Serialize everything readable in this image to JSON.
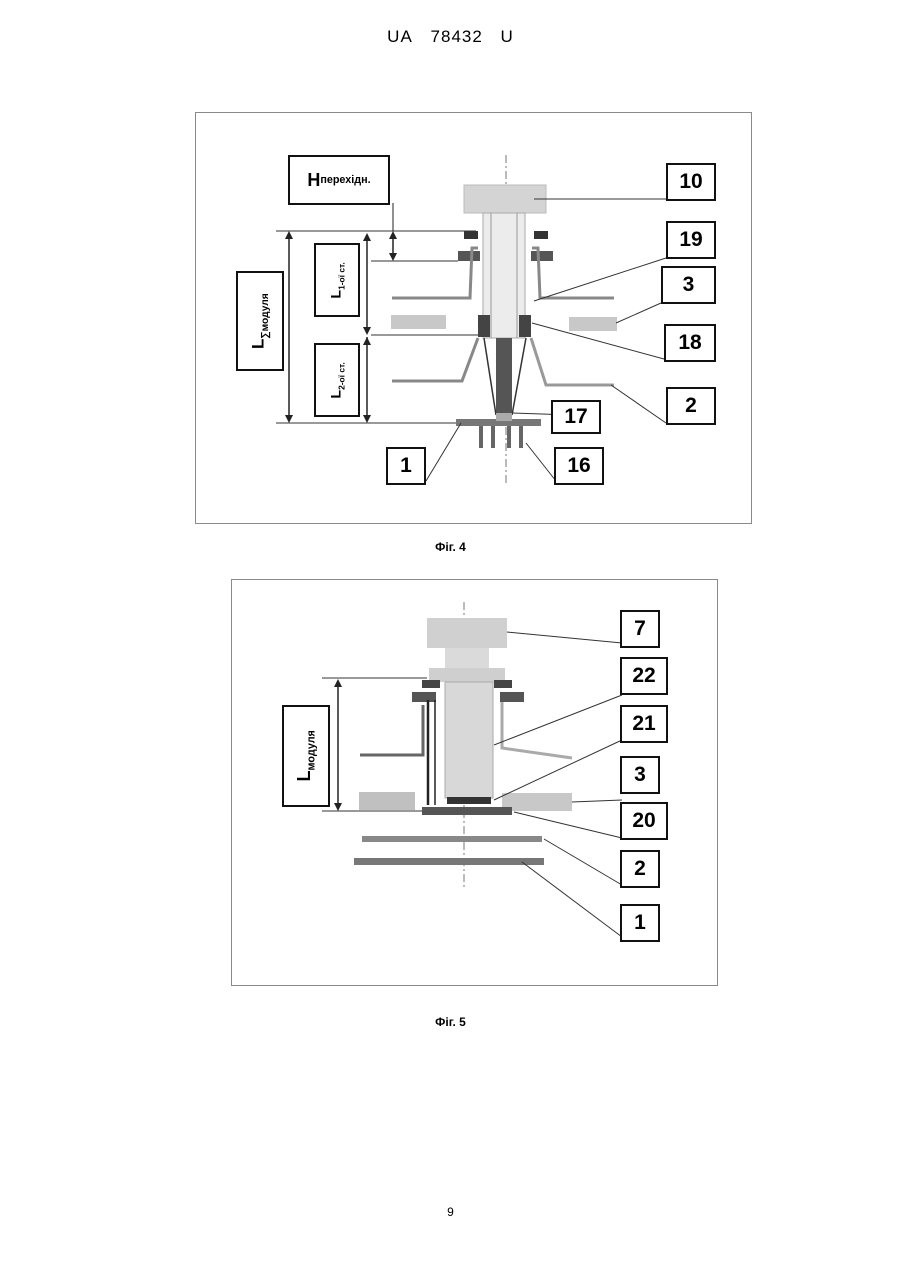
{
  "header": {
    "country": "UA",
    "number": "78432",
    "kind": "U"
  },
  "fig4": {
    "caption": "Фіг. 4",
    "h_label_main": "H",
    "h_label_sub": "перехідн.",
    "l_sum_main": "L",
    "l_sum_sub": "∑модуля",
    "l1_main": "L",
    "l1_sub": "1-ої ст.",
    "l2_main": "L",
    "l2_sub": "2-ої ст.",
    "callouts": [
      "10",
      "19",
      "3",
      "18",
      "2",
      "17",
      "1",
      "16"
    ]
  },
  "fig5": {
    "caption": "Фіг. 5",
    "l_main": "L",
    "l_sub": "модуля",
    "callouts": [
      "7",
      "22",
      "21",
      "3",
      "20",
      "2",
      "1"
    ]
  },
  "page_number": "9"
}
